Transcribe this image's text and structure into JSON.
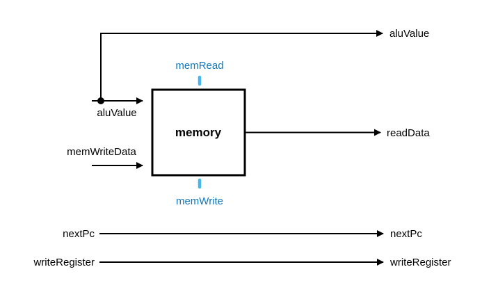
{
  "colors": {
    "line": "#000000",
    "control_text": "#1377bd",
    "control_tick": "#47b6ef",
    "background": "#ffffff"
  },
  "memory_block": {
    "label": "memory"
  },
  "control_signals": {
    "mem_read": "memRead",
    "mem_write": "memWrite"
  },
  "signals": {
    "alu_value_in": "aluValue",
    "alu_value_out": "aluValue",
    "mem_write_data": "memWriteData",
    "read_data": "readData",
    "next_pc_in": "nextPc",
    "next_pc_out": "nextPc",
    "write_register_in": "writeRegister",
    "write_register_out": "writeRegister"
  }
}
